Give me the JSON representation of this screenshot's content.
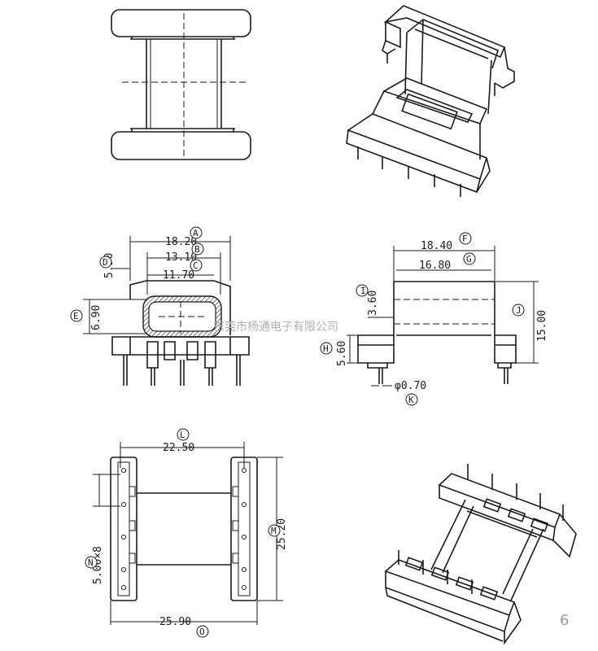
{
  "dimensions": {
    "A": "18.20",
    "B": "13.10",
    "C": "11.70",
    "D": "5.50",
    "E": "6.90",
    "F": "18.40",
    "G": "16.80",
    "H": "5.60",
    "I": "3.60",
    "J": "15.00",
    "K": "φ0.70",
    "L": "22.50",
    "M": "25.20",
    "N": "5.00×8",
    "O": "25.90"
  },
  "labels": [
    "A",
    "B",
    "C",
    "D",
    "E",
    "F",
    "G",
    "H",
    "I",
    "J",
    "K",
    "L",
    "M",
    "N",
    "O"
  ],
  "watermark": "东莞市杨通电子有限公司",
  "page_number": "6"
}
